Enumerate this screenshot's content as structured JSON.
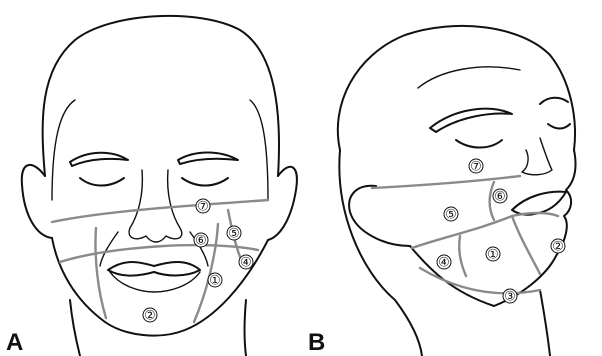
{
  "figure": {
    "panels": [
      {
        "id": "A",
        "label": "A",
        "view": "frontal",
        "zones": [
          "①",
          "②",
          "④",
          "⑤",
          "⑥",
          "⑦"
        ]
      },
      {
        "id": "B",
        "label": "B",
        "view": "oblique",
        "zones": [
          "①",
          "②",
          "③",
          "④",
          "⑤",
          "⑥",
          "⑦"
        ]
      }
    ],
    "colors": {
      "line_art": "#111111",
      "zone_boundary": "#8a8a8a",
      "background": "#ffffff"
    }
  }
}
